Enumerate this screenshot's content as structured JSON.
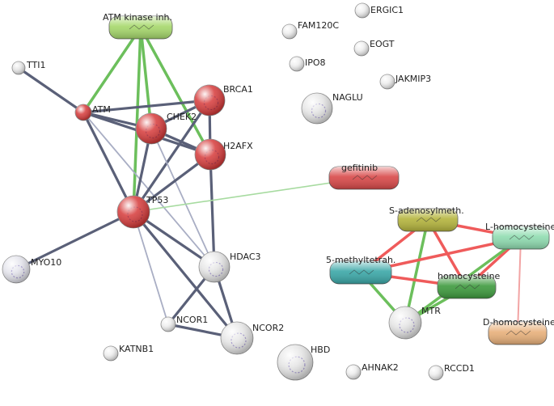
{
  "colors": {
    "protein_edge": "#5a6078",
    "protein_edge_light": "#a9aec4",
    "chem_protein_edge": "#6cbf5c",
    "chem_edge_red": "#ef5b5b",
    "chem_edge_pink": "#f2a4a4",
    "node_red": "#d63a3a",
    "node_gray": "#d9d9d9"
  },
  "nodes": [
    {
      "id": "atm_inh",
      "label": "ATM kinase inh.",
      "kind": "chemical",
      "color": "#a6d86b"
    },
    {
      "id": "tti1",
      "label": "TTI1",
      "kind": "protein",
      "color": "#e6e6e6"
    },
    {
      "id": "atm",
      "label": "ATM",
      "kind": "protein",
      "color": "#d63a3a"
    },
    {
      "id": "brca1",
      "label": "BRCA1",
      "kind": "protein",
      "color": "#d63a3a"
    },
    {
      "id": "chek2",
      "label": "CHEK2",
      "kind": "protein",
      "color": "#d63a3a"
    },
    {
      "id": "h2afx",
      "label": "H2AFX",
      "kind": "protein",
      "color": "#d63a3a"
    },
    {
      "id": "tp53",
      "label": "TP53",
      "kind": "protein",
      "color": "#d63a3a"
    },
    {
      "id": "myo10",
      "label": "MYO10",
      "kind": "protein",
      "color": "#e4e4ec"
    },
    {
      "id": "hdac3",
      "label": "HDAC3",
      "kind": "protein",
      "color": "#e6e6e6"
    },
    {
      "id": "ncor1",
      "label": "NCOR1",
      "kind": "protein",
      "color": "#eeeeee"
    },
    {
      "id": "ncor2",
      "label": "NCOR2",
      "kind": "protein",
      "color": "#e6e6e6"
    },
    {
      "id": "katnb1",
      "label": "KATNB1",
      "kind": "protein",
      "color": "#eeeeee"
    },
    {
      "id": "hbd",
      "label": "HBD",
      "kind": "protein",
      "color": "#e6e6e6"
    },
    {
      "id": "ahnak2",
      "label": "AHNAK2",
      "kind": "protein",
      "color": "#eeeeee"
    },
    {
      "id": "rccd1",
      "label": "RCCD1",
      "kind": "protein",
      "color": "#eeeeee"
    },
    {
      "id": "fam120c",
      "label": "FAM120C",
      "kind": "protein",
      "color": "#eeeeee"
    },
    {
      "id": "ergic1",
      "label": "ERGIC1",
      "kind": "protein",
      "color": "#eeeeee"
    },
    {
      "id": "ipo8",
      "label": "IPO8",
      "kind": "protein",
      "color": "#eeeeee"
    },
    {
      "id": "eogt",
      "label": "EOGT",
      "kind": "protein",
      "color": "#eeeeee"
    },
    {
      "id": "jakmip3",
      "label": "JAKMIP3",
      "kind": "protein",
      "color": "#eeeeee"
    },
    {
      "id": "naglu",
      "label": "NAGLU",
      "kind": "protein",
      "color": "#e6e6e6"
    },
    {
      "id": "gefitinib",
      "label": "gefitinib",
      "kind": "chemical",
      "color": "#d84848"
    },
    {
      "id": "sadenosyl",
      "label": "S-adenosylmeth.",
      "kind": "chemical",
      "color": "#b4b43c"
    },
    {
      "id": "lhomocys",
      "label": "L-homocysteine",
      "kind": "chemical",
      "color": "#8fdcb0"
    },
    {
      "id": "methyltetrah",
      "label": "5-methyltetrah.",
      "kind": "chemical",
      "color": "#3aa7a7"
    },
    {
      "id": "homocys",
      "label": "homocysteine",
      "kind": "chemical",
      "color": "#3d9a3d"
    },
    {
      "id": "mtr",
      "label": "MTR",
      "kind": "protein",
      "color": "#e6e6e6"
    },
    {
      "id": "dhomocys",
      "label": "D-homocysteine",
      "kind": "chemical",
      "color": "#e8b07a"
    }
  ],
  "edges": [
    {
      "a": "atm_inh",
      "b": "atm",
      "type": "chem"
    },
    {
      "a": "atm_inh",
      "b": "chek2",
      "type": "chem"
    },
    {
      "a": "atm_inh",
      "b": "h2afx",
      "type": "chem"
    },
    {
      "a": "atm_inh",
      "b": "tp53",
      "type": "chem"
    },
    {
      "a": "tti1",
      "b": "atm",
      "type": "protein"
    },
    {
      "a": "atm",
      "b": "brca1",
      "type": "protein"
    },
    {
      "a": "atm",
      "b": "chek2",
      "type": "protein"
    },
    {
      "a": "atm",
      "b": "h2afx",
      "type": "protein"
    },
    {
      "a": "atm",
      "b": "tp53",
      "type": "protein"
    },
    {
      "a": "atm",
      "b": "hdac3",
      "type": "light"
    },
    {
      "a": "brca1",
      "b": "chek2",
      "type": "protein"
    },
    {
      "a": "brca1",
      "b": "h2afx",
      "type": "protein"
    },
    {
      "a": "brca1",
      "b": "tp53",
      "type": "protein"
    },
    {
      "a": "chek2",
      "b": "h2afx",
      "type": "protein"
    },
    {
      "a": "chek2",
      "b": "tp53",
      "type": "protein"
    },
    {
      "a": "chek2",
      "b": "hdac3",
      "type": "light"
    },
    {
      "a": "h2afx",
      "b": "tp53",
      "type": "protein"
    },
    {
      "a": "h2afx",
      "b": "hdac3",
      "type": "protein"
    },
    {
      "a": "tp53",
      "b": "myo10",
      "type": "protein"
    },
    {
      "a": "tp53",
      "b": "hdac3",
      "type": "protein"
    },
    {
      "a": "tp53",
      "b": "ncor1",
      "type": "light"
    },
    {
      "a": "tp53",
      "b": "ncor2",
      "type": "protein"
    },
    {
      "a": "tp53",
      "b": "gefitinib",
      "type": "chemlight"
    },
    {
      "a": "hdac3",
      "b": "ncor1",
      "type": "protein"
    },
    {
      "a": "hdac3",
      "b": "ncor2",
      "type": "protein"
    },
    {
      "a": "ncor1",
      "b": "ncor2",
      "type": "protein"
    },
    {
      "a": "sadenosyl",
      "b": "lhomocys",
      "type": "red"
    },
    {
      "a": "sadenosyl",
      "b": "methyltetrah",
      "type": "red"
    },
    {
      "a": "sadenosyl",
      "b": "homocys",
      "type": "red"
    },
    {
      "a": "sadenosyl",
      "b": "mtr",
      "type": "chem"
    },
    {
      "a": "methyltetrah",
      "b": "lhomocys",
      "type": "red"
    },
    {
      "a": "methyltetrah",
      "b": "homocys",
      "type": "red"
    },
    {
      "a": "methyltetrah",
      "b": "mtr",
      "type": "chem"
    },
    {
      "a": "lhomocys",
      "b": "homocys",
      "type": "red"
    },
    {
      "a": "lhomocys",
      "b": "mtr",
      "type": "chem"
    },
    {
      "a": "lhomocys",
      "b": "dhomocys",
      "type": "pink"
    },
    {
      "a": "homocys",
      "b": "mtr",
      "type": "chem"
    }
  ]
}
